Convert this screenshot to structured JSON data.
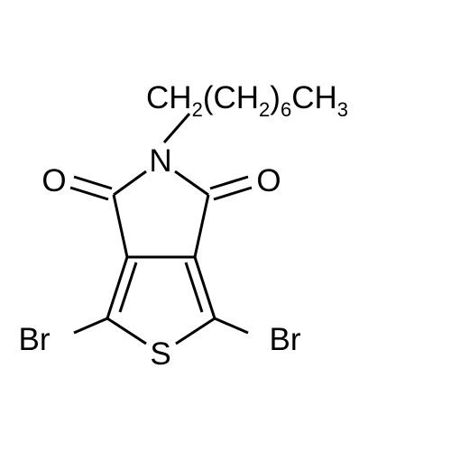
{
  "molecule": {
    "substituent": {
      "ch2": "CH",
      "ch2_sub": "2",
      "open_paren": "(",
      "ch2_repeat": "CH",
      "ch2_repeat_sub": "2",
      "close_paren": ")",
      "repeat_count": "6",
      "ch3": "CH",
      "ch3_sub": "3"
    },
    "atoms": {
      "nitrogen": "N",
      "oxygen_left": "O",
      "oxygen_right": "O",
      "sulfur": "S",
      "bromine_left": "Br",
      "bromine_right": "Br"
    }
  }
}
